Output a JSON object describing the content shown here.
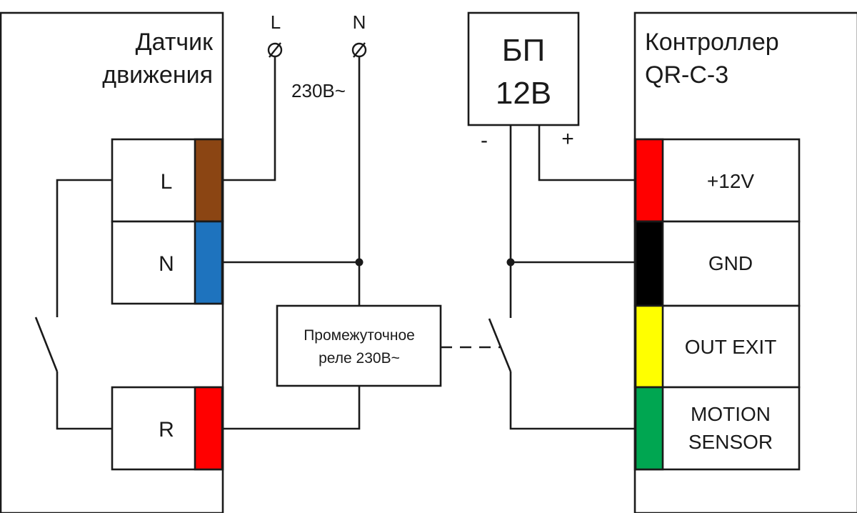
{
  "sensor": {
    "title_line1": "Датчик",
    "title_line2": "движения",
    "terminals": [
      "L",
      "N",
      "R"
    ]
  },
  "mains": {
    "l_label": "L",
    "n_label": "N",
    "voltage": "230В~",
    "terminal_glyph": "ø"
  },
  "psu": {
    "line1": "БП",
    "line2": "12В",
    "minus": "-",
    "plus": "+"
  },
  "relay": {
    "line1": "Промежуточное",
    "line2": "реле 230В~"
  },
  "controller": {
    "title_line1": "Контроллер",
    "title_line2": "QR-C-3",
    "terminals": [
      "+12V",
      "GND",
      "OUT EXIT"
    ],
    "motion_line1": "MOTION",
    "motion_line2": "SENSOR"
  },
  "colors": {
    "brown": "#8b4513",
    "blue": "#1e73be",
    "red": "#ff0000",
    "black": "#000000",
    "yellow": "#ffff00",
    "green": "#00a651"
  }
}
